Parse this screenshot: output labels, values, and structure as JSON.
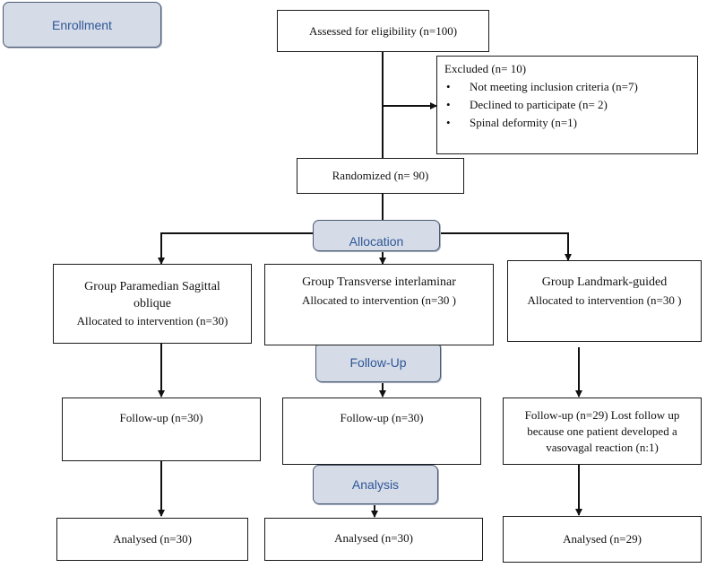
{
  "phases": {
    "enrollment": "Enrollment",
    "allocation": "Allocation",
    "follow_up": "Follow-Up",
    "analysis": "Analysis"
  },
  "assessed": "Assessed for eligibility (n=100)",
  "excluded": {
    "title": "Excluded (n= 10)",
    "items": [
      "Not meeting inclusion criteria (n=7)",
      "Declined to participate (n= 2)",
      "Spinal deformity (n=1)"
    ]
  },
  "randomized": "Randomized (n= 90)",
  "groups": [
    {
      "name_lines": [
        "Group Paramedian Sagittal",
        "oblique"
      ],
      "allocated": "Allocated to intervention (n=30)",
      "follow_up_lines": [
        "Follow-up (n=30)"
      ],
      "analysed": "Analysed (n=30)"
    },
    {
      "name_lines": [
        "Group Transverse interlaminar"
      ],
      "allocated": "Allocated to intervention (n=30 )",
      "follow_up_lines": [
        "Follow-up (n=30)"
      ],
      "analysed": "Analysed (n=30)"
    },
    {
      "name_lines": [
        "Group Landmark-guided"
      ],
      "allocated": "Allocated to intervention (n=30 )",
      "follow_up_lines": [
        "Follow-up (n=29) Lost follow up",
        "because one patient developed a",
        "vasovagal reaction (n:1)"
      ],
      "analysed": "Analysed (n=29)"
    }
  ],
  "colors": {
    "phase_fill": "#d5dce8",
    "phase_text": "#2f5696",
    "line": "#111111"
  }
}
